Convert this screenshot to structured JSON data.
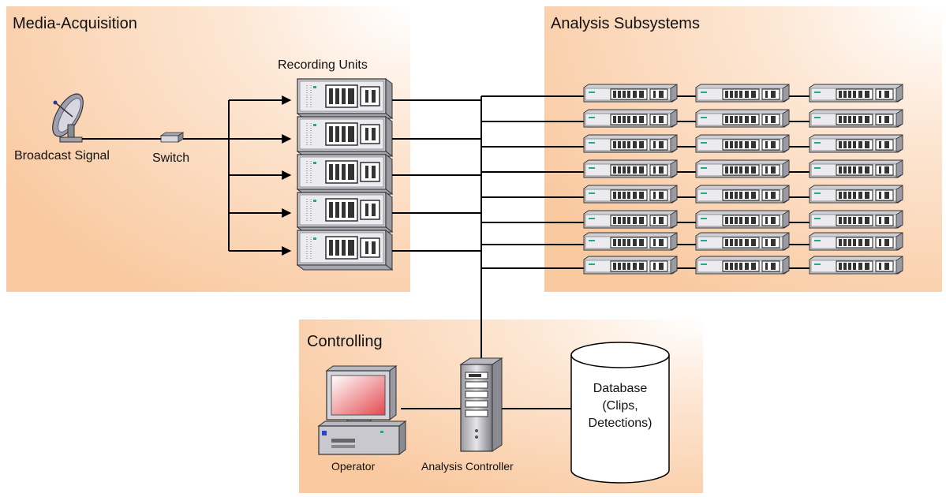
{
  "regions": {
    "media": "Media-Acquisition",
    "analysis": "Analysis Subsystems",
    "controlling": "Controlling"
  },
  "labels": {
    "recording_units": "Recording Units",
    "broadcast_signal": "Broadcast Signal",
    "switch": "Switch",
    "operator": "Operator",
    "analysis_controller": "Analysis Controller",
    "database_line1": "Database",
    "database_line2": "(Clips,",
    "database_line3": "Detections)"
  },
  "counts": {
    "recording_units": 5,
    "analysis_rows": 8,
    "analysis_columns": 3
  },
  "colors": {
    "region_fill": "#f9c9a0",
    "line": "#000000"
  }
}
